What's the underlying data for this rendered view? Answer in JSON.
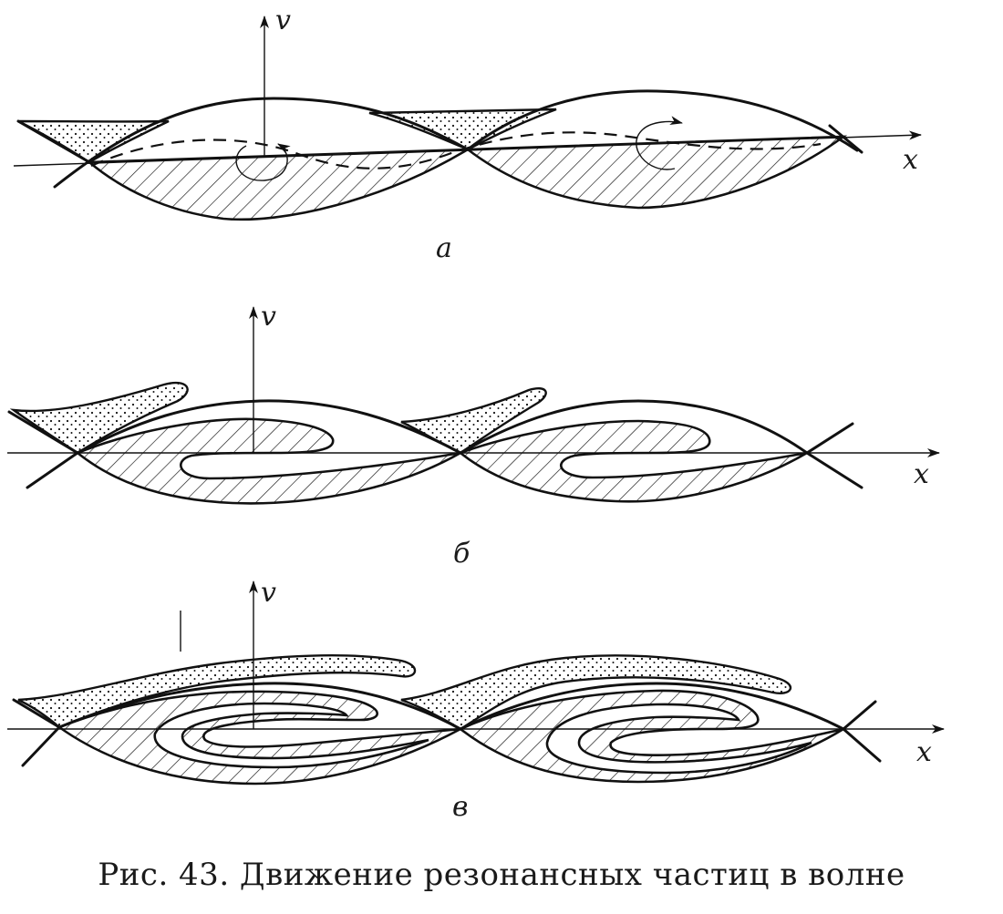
{
  "axes": {
    "v_label": "v",
    "x_label": "x"
  },
  "panels": [
    {
      "id": "a",
      "label": "а"
    },
    {
      "id": "b",
      "label": "б"
    },
    {
      "id": "c",
      "label": "в"
    }
  ],
  "caption": "Рис. 43. Движение резонансных частиц в волне"
}
